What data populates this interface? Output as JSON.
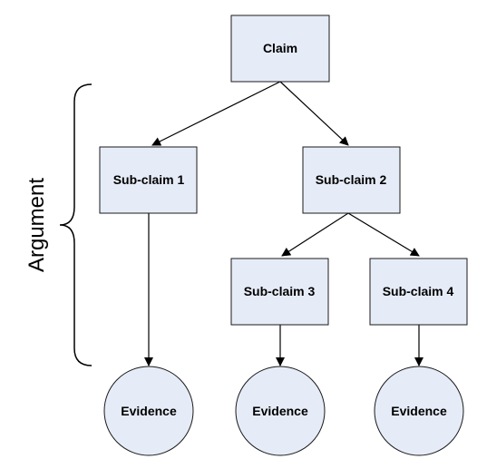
{
  "diagram": {
    "nodes": {
      "claim": {
        "label": "Claim",
        "shape": "rect"
      },
      "sub_claim_1": {
        "label": "Sub-claim 1",
        "shape": "rect"
      },
      "sub_claim_2": {
        "label": "Sub-claim 2",
        "shape": "rect"
      },
      "sub_claim_3": {
        "label": "Sub-claim 3",
        "shape": "rect"
      },
      "sub_claim_4": {
        "label": "Sub-claim 4",
        "shape": "rect"
      },
      "evidence_1": {
        "label": "Evidence",
        "shape": "circle"
      },
      "evidence_2": {
        "label": "Evidence",
        "shape": "circle"
      },
      "evidence_3": {
        "label": "Evidence",
        "shape": "circle"
      }
    },
    "edges": [
      {
        "from": "claim",
        "to": "sub_claim_1"
      },
      {
        "from": "claim",
        "to": "sub_claim_2"
      },
      {
        "from": "sub_claim_2",
        "to": "sub_claim_3"
      },
      {
        "from": "sub_claim_2",
        "to": "sub_claim_4"
      },
      {
        "from": "sub_claim_1",
        "to": "evidence_1"
      },
      {
        "from": "sub_claim_3",
        "to": "evidence_2"
      },
      {
        "from": "sub_claim_4",
        "to": "evidence_3"
      }
    ],
    "brace": {
      "label": "Argument"
    },
    "colors": {
      "node_fill": "#e6ecf7",
      "stroke": "#1a1a1a"
    }
  }
}
